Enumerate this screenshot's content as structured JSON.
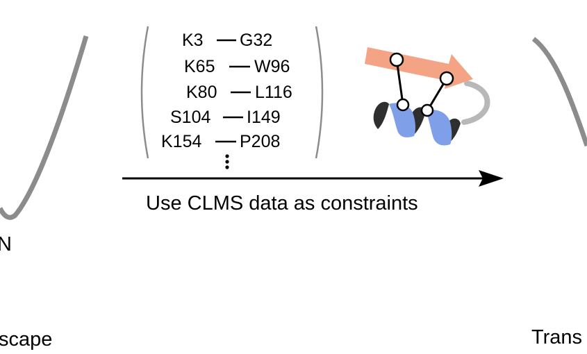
{
  "crosslinks": [
    {
      "from": "K3",
      "to": "G32"
    },
    {
      "from": "K65",
      "to": "W96"
    },
    {
      "from": "K80",
      "to": "L116"
    },
    {
      "from": "S104",
      "to": "I149"
    },
    {
      "from": "K154",
      "to": "P208"
    }
  ],
  "arrow_caption": "Use CLMS data as constraints",
  "left_state_letter": "N",
  "left_footer": "scape",
  "right_footer": "Trans",
  "colors": {
    "curve_gray": "#8c8c8c",
    "strand_salmon": "#f4a385",
    "helix_blue": "#7f9fe8",
    "helix_dark": "#2f2f2f",
    "loop_gray": "#b8b8b8",
    "ink": "#000000"
  }
}
